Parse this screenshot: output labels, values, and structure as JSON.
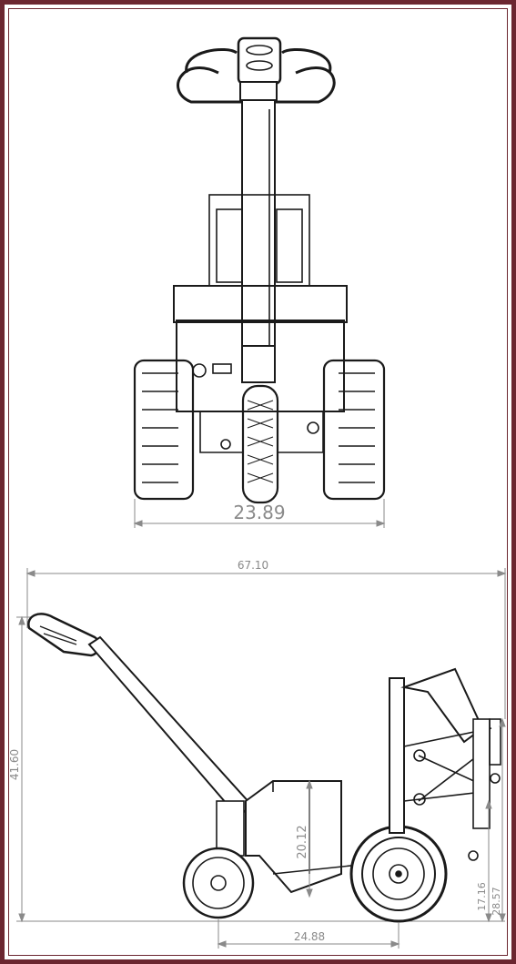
{
  "front_view": {
    "width_dimension": "23.89"
  },
  "side_view": {
    "overall_length": "67.10",
    "overall_height": "41.60",
    "body_height": "20.12",
    "wheelbase": "24.88",
    "axle_height": "17.16",
    "hitch_height": "28.57"
  },
  "colors": {
    "frame": "#6b2630",
    "line": "#1a1a1a",
    "dimension": "#8a8a8a"
  }
}
